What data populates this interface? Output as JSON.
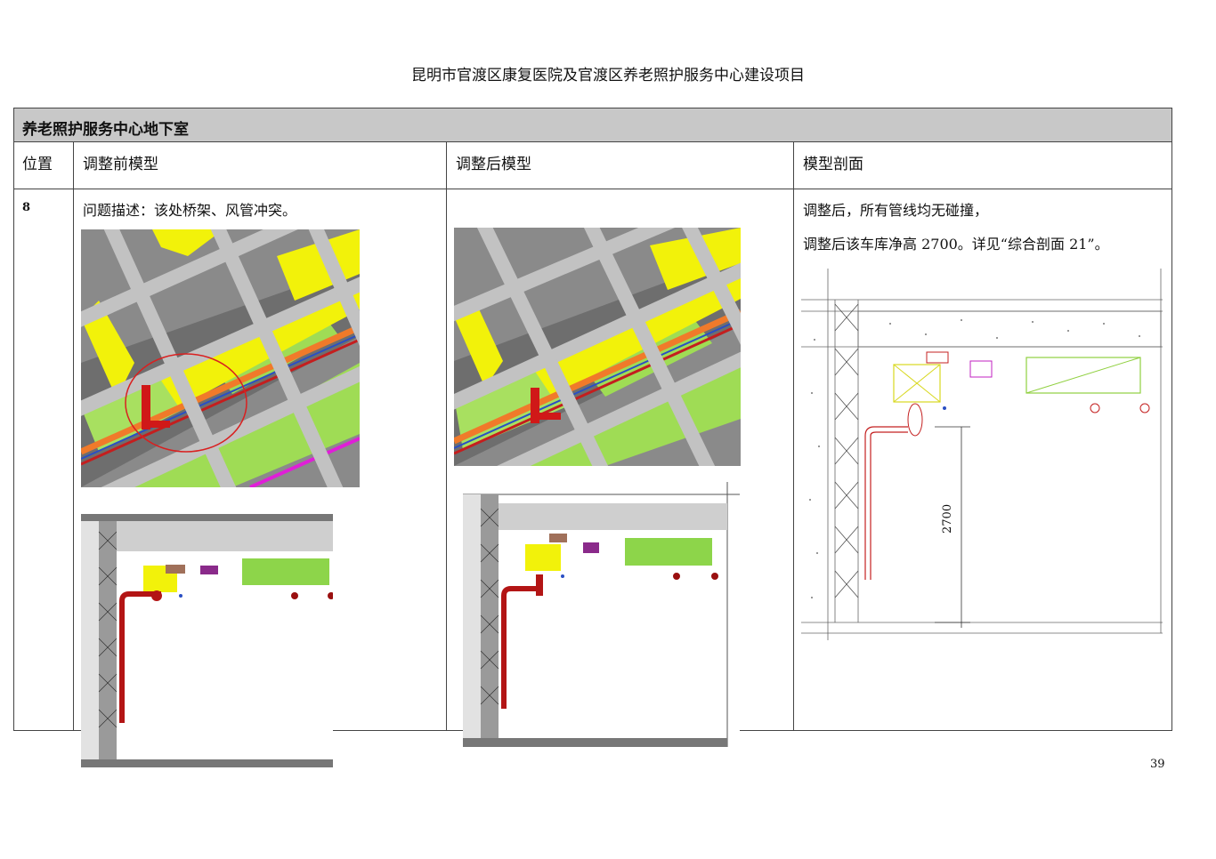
{
  "document": {
    "title": "昆明市官渡区康复医院及官渡区养老照护服务中心建设项目",
    "page_number": "39"
  },
  "table": {
    "section_title": "养老照护服务中心地下室",
    "headers": {
      "position": "位置",
      "before": "调整前模型",
      "after": "调整后模型",
      "section": "模型剖面"
    },
    "row": {
      "position": "8",
      "before_desc": "问题描述：该处桥架、风管冲突。",
      "after_note_1": "调整后，所有管线均无碰撞，",
      "after_note_2": "调整后该车库净高 2700。详见“综合剖面 21”。",
      "dimension_label": "2700"
    }
  },
  "colors": {
    "header_bar": "#c8c8c8",
    "beam_gray": "#b4b4b4",
    "tray_yellow": "#f2f20a",
    "floor_green": "#8dd54a",
    "pipe_red": "#c41e1e",
    "pipe_orange": "#f07a2a",
    "pipe_magenta": "#e01ed8",
    "collision_circle": "#d92020"
  },
  "icons": {
    "model_3d_before": "bim-3d-clash-view",
    "model_3d_after": "bim-3d-resolved-view",
    "section_before": "section-drawing-before",
    "section_after": "section-drawing-after",
    "section_cad": "cad-section-drawing"
  }
}
